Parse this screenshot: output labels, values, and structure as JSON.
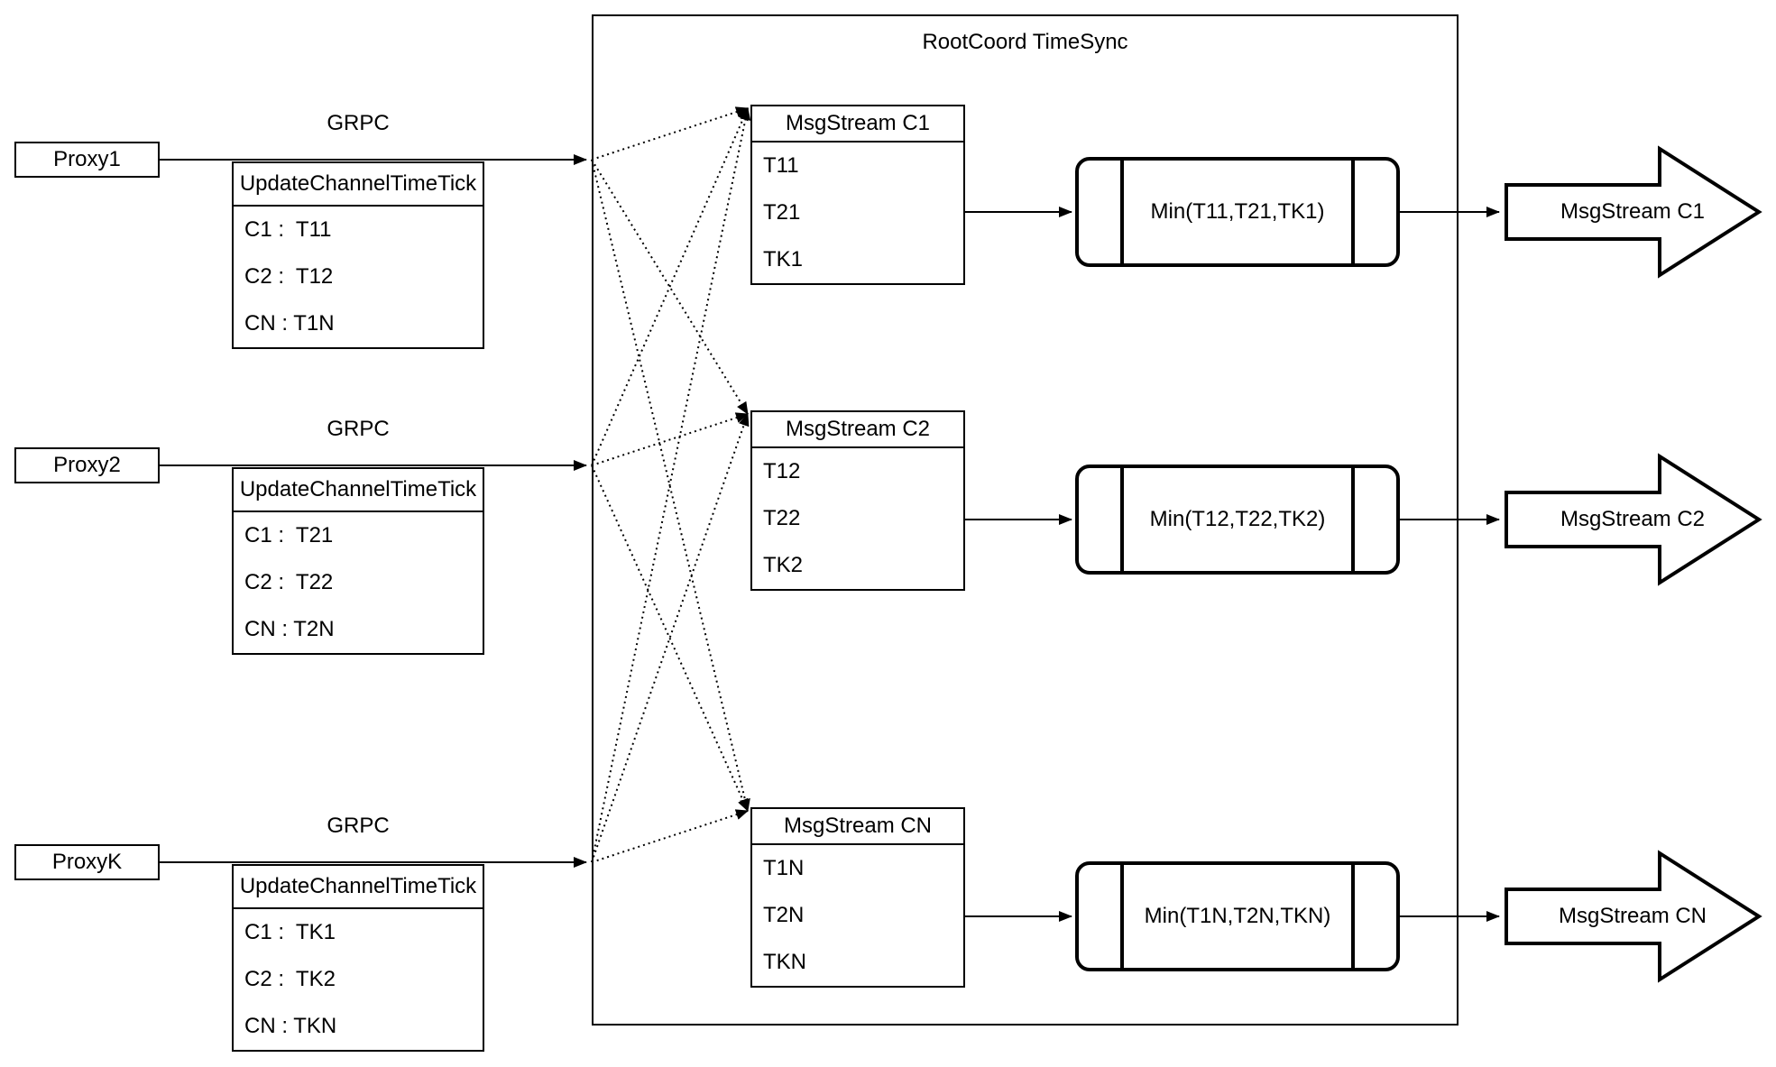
{
  "diagram": {
    "title": "RootCoord TimeSync",
    "colors": {
      "stroke": "#000000",
      "background": "#ffffff"
    },
    "proxies": [
      {
        "name": "Proxy1",
        "protocol": "GRPC",
        "message": {
          "title": "UpdateChannelTimeTick",
          "rows": [
            "C1 :  T11",
            "C2 :  T12",
            "CN : T1N"
          ]
        }
      },
      {
        "name": "Proxy2",
        "protocol": "GRPC",
        "message": {
          "title": "UpdateChannelTimeTick",
          "rows": [
            "C1 :  T21",
            "C2 :  T22",
            "CN : T2N"
          ]
        }
      },
      {
        "name": "ProxyK",
        "protocol": "GRPC",
        "message": {
          "title": "UpdateChannelTimeTick",
          "rows": [
            "C1 :  TK1",
            "C2 :  TK2",
            "CN : TKN"
          ]
        }
      }
    ],
    "streams": [
      {
        "title": "MsgStream C1",
        "rows": [
          "T11",
          "T21",
          "TK1"
        ]
      },
      {
        "title": "MsgStream C2",
        "rows": [
          "T12",
          "T22",
          "TK2"
        ]
      },
      {
        "title": "MsgStream CN",
        "rows": [
          "T1N",
          "T2N",
          "TKN"
        ]
      }
    ],
    "aggregators": [
      {
        "label": "Min(T11,T21,TK1)"
      },
      {
        "label": "Min(T12,T22,TK2)"
      },
      {
        "label": "Min(T1N,T2N,TKN)"
      }
    ],
    "outputs": [
      {
        "label": "MsgStream C1"
      },
      {
        "label": "MsgStream C2"
      },
      {
        "label": "MsgStream CN"
      }
    ]
  }
}
